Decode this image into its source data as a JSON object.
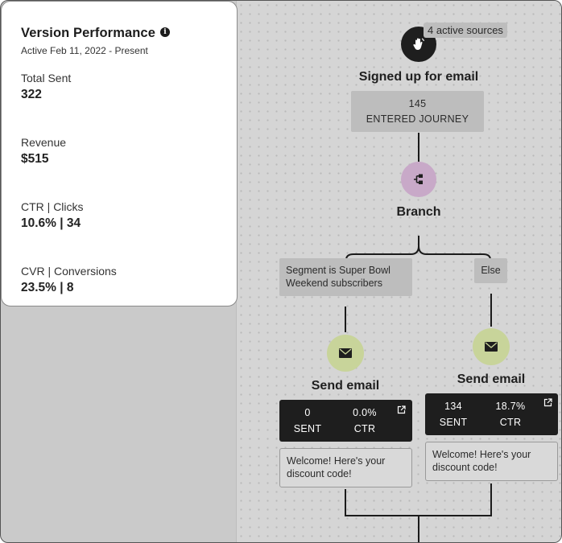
{
  "panel": {
    "title": "Version Performance",
    "subtitle": "Active Feb 11, 2022 - Present",
    "metrics": [
      {
        "label": "Total Sent",
        "value": "322"
      },
      {
        "label": "Revenue",
        "value": "$515"
      },
      {
        "label": "CTR | Clicks",
        "value": "10.6% | 34"
      },
      {
        "label": "CVR | Conversions",
        "value": "23.5% | 8"
      }
    ]
  },
  "flow": {
    "trigger": {
      "icon": "hand-wave-icon",
      "sources_badge": "4 active sources",
      "title": "Signed up for email",
      "count": "145",
      "count_label": "ENTERED JOURNEY"
    },
    "branch": {
      "icon": "branch-icon",
      "title": "Branch",
      "left_condition": "Segment is Super Bowl Weekend subscribers",
      "right_condition": "Else"
    },
    "left_email": {
      "icon": "envelope-icon",
      "title": "Send email",
      "sent": "0",
      "sent_label": "SENT",
      "ctr": "0.0%",
      "ctr_label": "CTR",
      "message": "Welcome! Here's your discount code!"
    },
    "right_email": {
      "icon": "envelope-icon",
      "title": "Send email",
      "sent": "134",
      "sent_label": "SENT",
      "ctr": "18.7%",
      "ctr_label": "CTR",
      "message": "Welcome! Here's your discount code!"
    }
  },
  "colors": {
    "trigger_circle": "#1e1e1e",
    "branch_circle": "#c8a9c8",
    "email_circle": "#c8d49a",
    "canvas_bg": "#d5d5d5",
    "stat_box": "#bdbdbd",
    "dark_box": "#1e1e1e"
  }
}
